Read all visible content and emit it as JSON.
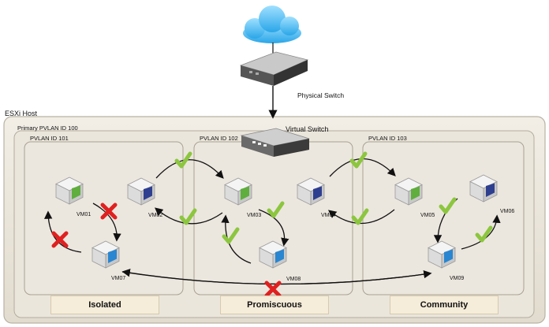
{
  "host": {
    "label": "ESXi Host"
  },
  "primary_pvlan": {
    "label": "Primary PVLAN ID 100"
  },
  "physical_switch": {
    "label": "Physical Switch",
    "icon": "physical-switch-icon"
  },
  "virtual_switch": {
    "label": "Virtual Switch",
    "icon": "virtual-switch-icon"
  },
  "cloud": {
    "icon": "cloud-icon"
  },
  "pvlans": [
    {
      "label": "PVLAN ID 101",
      "type": "Isolated"
    },
    {
      "label": "PVLAN ID 102",
      "type": "Promiscuous"
    },
    {
      "label": "PVLAN ID 103",
      "type": "Community"
    }
  ],
  "vms": [
    {
      "label": "VM01",
      "color": "#5fae3e"
    },
    {
      "label": "VM02",
      "color": "#2f3f8f"
    },
    {
      "label": "VM03",
      "color": "#5fae3e"
    },
    {
      "label": "VM04",
      "color": "#2f3f8f"
    },
    {
      "label": "VM05",
      "color": "#5fae3e"
    },
    {
      "label": "VM06",
      "color": "#2f3f8f"
    },
    {
      "label": "VM07",
      "color": "#2a86d0"
    },
    {
      "label": "VM08",
      "color": "#2a86d0"
    },
    {
      "label": "VM09",
      "color": "#2a86d0"
    }
  ],
  "colors": {
    "allowed": "#8cc63f",
    "blocked": "#e02020",
    "container": "#ece6da",
    "label_box": "#f5ecd9"
  }
}
